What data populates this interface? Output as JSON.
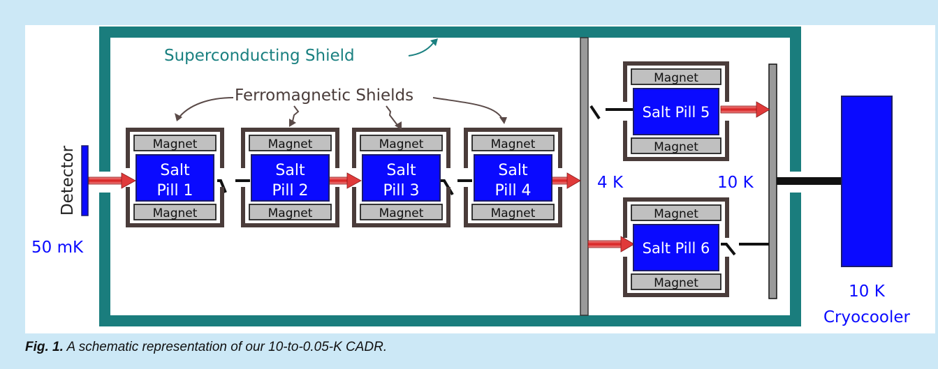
{
  "labels": {
    "superconducting_shield": "Superconducting Shield",
    "ferromagnetic_shields": "Ferromagnetic Shields",
    "detector": "Detector",
    "detector_temp": "50 mK",
    "stage_4k": "4 K",
    "stage_10k": "10 K",
    "cryocooler_temp": "10 K",
    "cryocooler": "Cryocooler",
    "magnet": "Magnet"
  },
  "pills": [
    {
      "line1": "Salt",
      "line2": "Pill 1"
    },
    {
      "line1": "Salt",
      "line2": "Pill 2"
    },
    {
      "line1": "Salt",
      "line2": "Pill 3"
    },
    {
      "line1": "Salt",
      "line2": "Pill 4"
    },
    {
      "line1": "Salt Pill 5"
    },
    {
      "line1": "Salt Pill 6"
    }
  ],
  "caption": {
    "figure_label": "Fig. 1.",
    "text": " A schematic representation of our 10-to-0.05-K CADR."
  },
  "colors": {
    "background": "#cce8f6",
    "shield": "#1a7d7d",
    "shield_label": "#1a8080",
    "ferro_shield": "#4a3c3a",
    "salt_pill": "#0a0aff",
    "magnet": "#c0c0c0",
    "stage_text": "#0a0aff",
    "arrow": "#e03a3a",
    "bus": "#999999",
    "black_link": "#111111"
  }
}
